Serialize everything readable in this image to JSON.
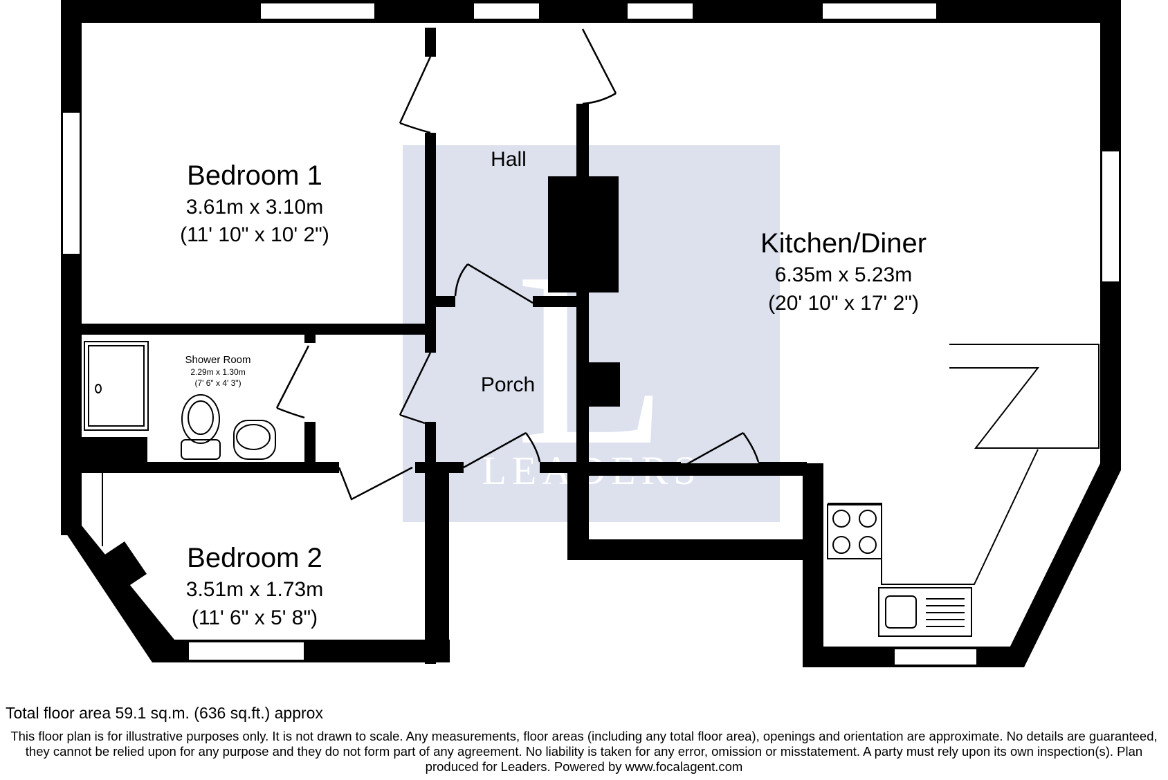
{
  "rooms": {
    "bedroom1": {
      "name": "Bedroom 1",
      "metric": "3.61m x 3.10m",
      "imperial": "(11' 10\" x 10' 2\")"
    },
    "hall": {
      "name": "Hall"
    },
    "kitchen": {
      "name": "Kitchen/Diner",
      "metric": "6.35m x 5.23m",
      "imperial": "(20' 10\" x 17' 2\")"
    },
    "shower": {
      "name": "Shower Room",
      "metric": "2.29m x 1.30m",
      "imperial": "(7' 6\" x 4' 3\")"
    },
    "porch": {
      "name": "Porch"
    },
    "bedroom2": {
      "name": "Bedroom 2",
      "metric": "3.51m x 1.73m",
      "imperial": "(11' 6\" x 5' 8\")"
    }
  },
  "watermark": {
    "letter": "L",
    "brand": "LEADERS"
  },
  "footer": {
    "total_area": "Total floor area 59.1 sq.m. (636 sq.ft.) approx",
    "disclaimer": "This floor plan is for illustrative purposes only. It is not drawn to scale. Any measurements, floor areas (including any total floor area), openings and orientation are approximate. No details are guaranteed, they cannot be relied upon for any purpose and they do not form part of any agreement. No liability is taken for any error, omission or misstatement. A party must rely upon its own inspection(s). Plan produced for Leaders. Powered by www.focalagent.com"
  },
  "colors": {
    "wall": "#000000",
    "watermark_bg": "#dde1ee",
    "window_fill": "#ffffff"
  }
}
